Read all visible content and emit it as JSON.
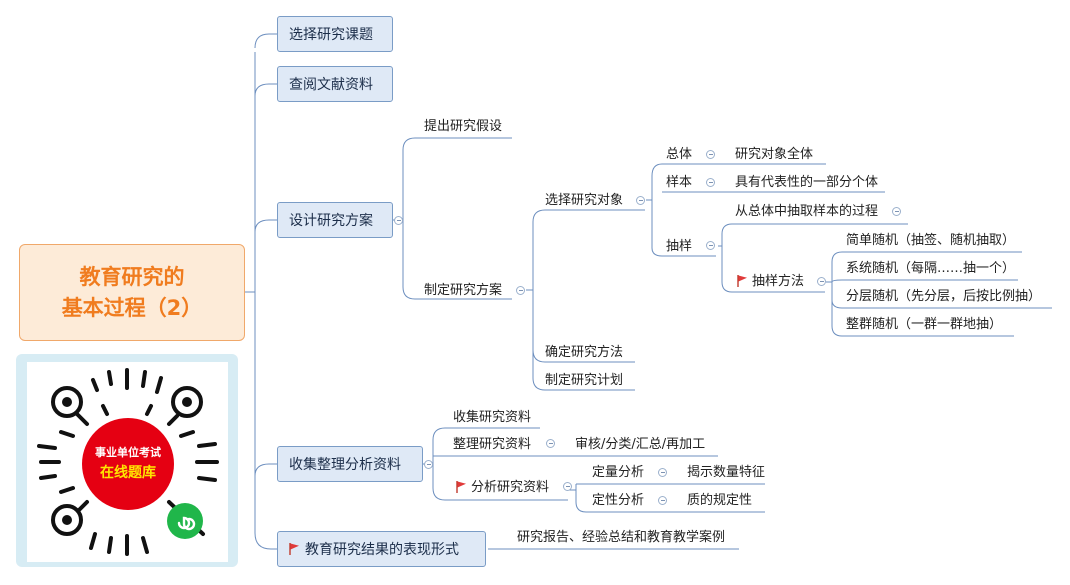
{
  "root": {
    "line1": "教育研究的",
    "line2": "基本过程（2）"
  },
  "branches": {
    "b1": "选择研究课题",
    "b2": "查阅文献资料",
    "b3": "设计研究方案",
    "b4": "收集整理分析资料",
    "b5": "教育研究结果的表现形式"
  },
  "design": {
    "hypothesis": "提出研究假设",
    "plan": "制定研究方案",
    "select_object": "选择研究对象",
    "population": "总体",
    "population_desc": "研究对象全体",
    "sample": "样本",
    "sample_desc": "具有代表性的一部分个体",
    "sampling": "抽样",
    "sampling_desc": "从总体中抽取样本的过程",
    "sampling_method": "抽样方法",
    "methods": [
      "简单随机（抽签、随机抽取）",
      "系统随机（每隔……抽一个）",
      "分层随机（先分层，后按比例抽）",
      "整群随机（一群一群地抽）"
    ],
    "determine_method": "确定研究方法",
    "make_plan": "制定研究计划"
  },
  "collect": {
    "gather": "收集研究资料",
    "organize": "整理研究资料",
    "organize_desc": "审核/分类/汇总/再加工",
    "analyze": "分析研究资料",
    "quant": "定量分析",
    "quant_desc": "揭示数量特征",
    "qual": "定性分析",
    "qual_desc": "质的规定性"
  },
  "result_desc": "研究报告、经验总结和教育教学案例",
  "qr": {
    "line1": "事业单位考试",
    "line2": "在线题库"
  },
  "colors": {
    "root_text": "#f07c1f",
    "root_fill": "#fdebd8",
    "branch_fill": "#dfe9f6",
    "flag": "#e03a3a",
    "line": "#6d8fbf"
  }
}
